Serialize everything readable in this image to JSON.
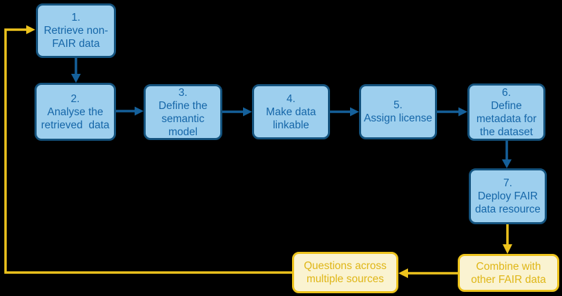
{
  "colors": {
    "background": "#000000",
    "node_fill_blue": "#9dcfee",
    "node_border_blue": "#14537e",
    "node_text_blue": "#1566a8",
    "arrow_blue": "#15609a",
    "node_fill_yellow": "#faf3d1",
    "node_border_yellow": "#edc31d",
    "node_text_yellow": "#dfb616",
    "arrow_yellow": "#edc31d"
  },
  "nodes": {
    "step1": {
      "text": "1.\nRetrieve non-\nFAIR data"
    },
    "step2": {
      "text": "2.\nAnalyse the\nretrieved  data"
    },
    "step3": {
      "text": "3.\nDefine the\nsemantic\nmodel"
    },
    "step4": {
      "text": "4.\nMake data\nlinkable"
    },
    "step5": {
      "text": "5.\nAssign license"
    },
    "step6": {
      "text": "6.\nDefine\nmetadata for\nthe dataset"
    },
    "step7": {
      "text": "7.\nDeploy FAIR\ndata resource"
    },
    "combine": {
      "text": "Combine with\nother FAIR data"
    },
    "questions": {
      "text": "Questions across\nmultiple sources"
    }
  },
  "flow": {
    "edges": [
      {
        "from": "step1",
        "to": "step2",
        "color": "blue"
      },
      {
        "from": "step2",
        "to": "step3",
        "color": "blue"
      },
      {
        "from": "step3",
        "to": "step4",
        "color": "blue"
      },
      {
        "from": "step4",
        "to": "step5",
        "color": "blue"
      },
      {
        "from": "step5",
        "to": "step6",
        "color": "blue"
      },
      {
        "from": "step6",
        "to": "step7",
        "color": "blue"
      },
      {
        "from": "step7",
        "to": "combine",
        "color": "yellow"
      },
      {
        "from": "combine",
        "to": "questions",
        "color": "yellow"
      },
      {
        "from": "questions",
        "to": "step1",
        "color": "yellow"
      }
    ]
  }
}
